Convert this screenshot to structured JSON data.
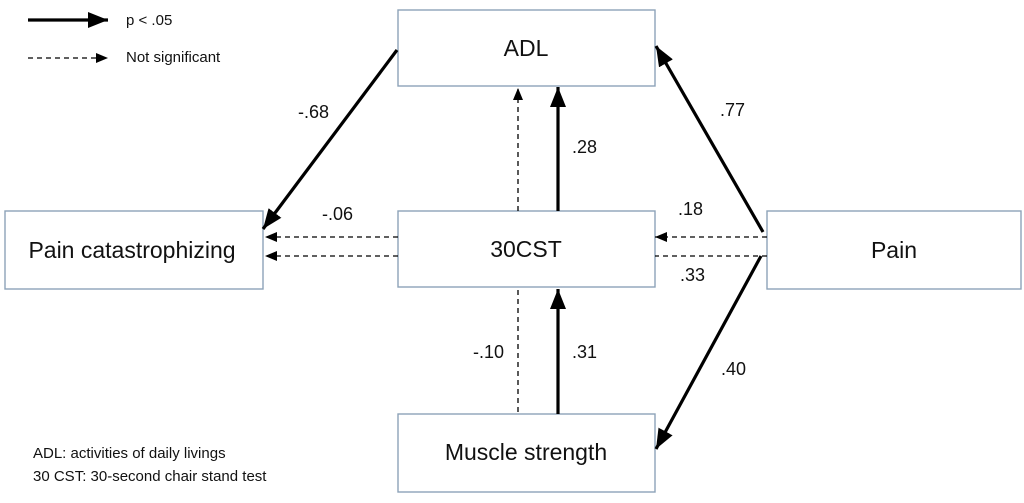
{
  "legend": {
    "significant": "p < .05",
    "not_significant": "Not significant"
  },
  "nodes": {
    "adl": "ADL",
    "cst": "30CST",
    "pain_catastrophizing": "Pain catastrophizing",
    "pain": "Pain",
    "muscle_strength": "Muscle strength"
  },
  "paths": {
    "adl_to_pain_catastrophizing": ".-68",
    "cst_to_adl": ".28",
    "pain_to_adl": ".77",
    "cst_to_pain_catastrophizing": "-.06",
    "pain_to_cst": ".18",
    "pain_to_pain_catastrophizing": ".33",
    "muscle_strength_to_cst_ns": "-.10",
    "muscle_strength_to_cst": ".31",
    "pain_to_muscle_strength": ".40"
  },
  "notes": {
    "adl_definition": "ADL: activities of daily livings",
    "cst_definition": "30 CST: 30-second chair stand test"
  }
}
